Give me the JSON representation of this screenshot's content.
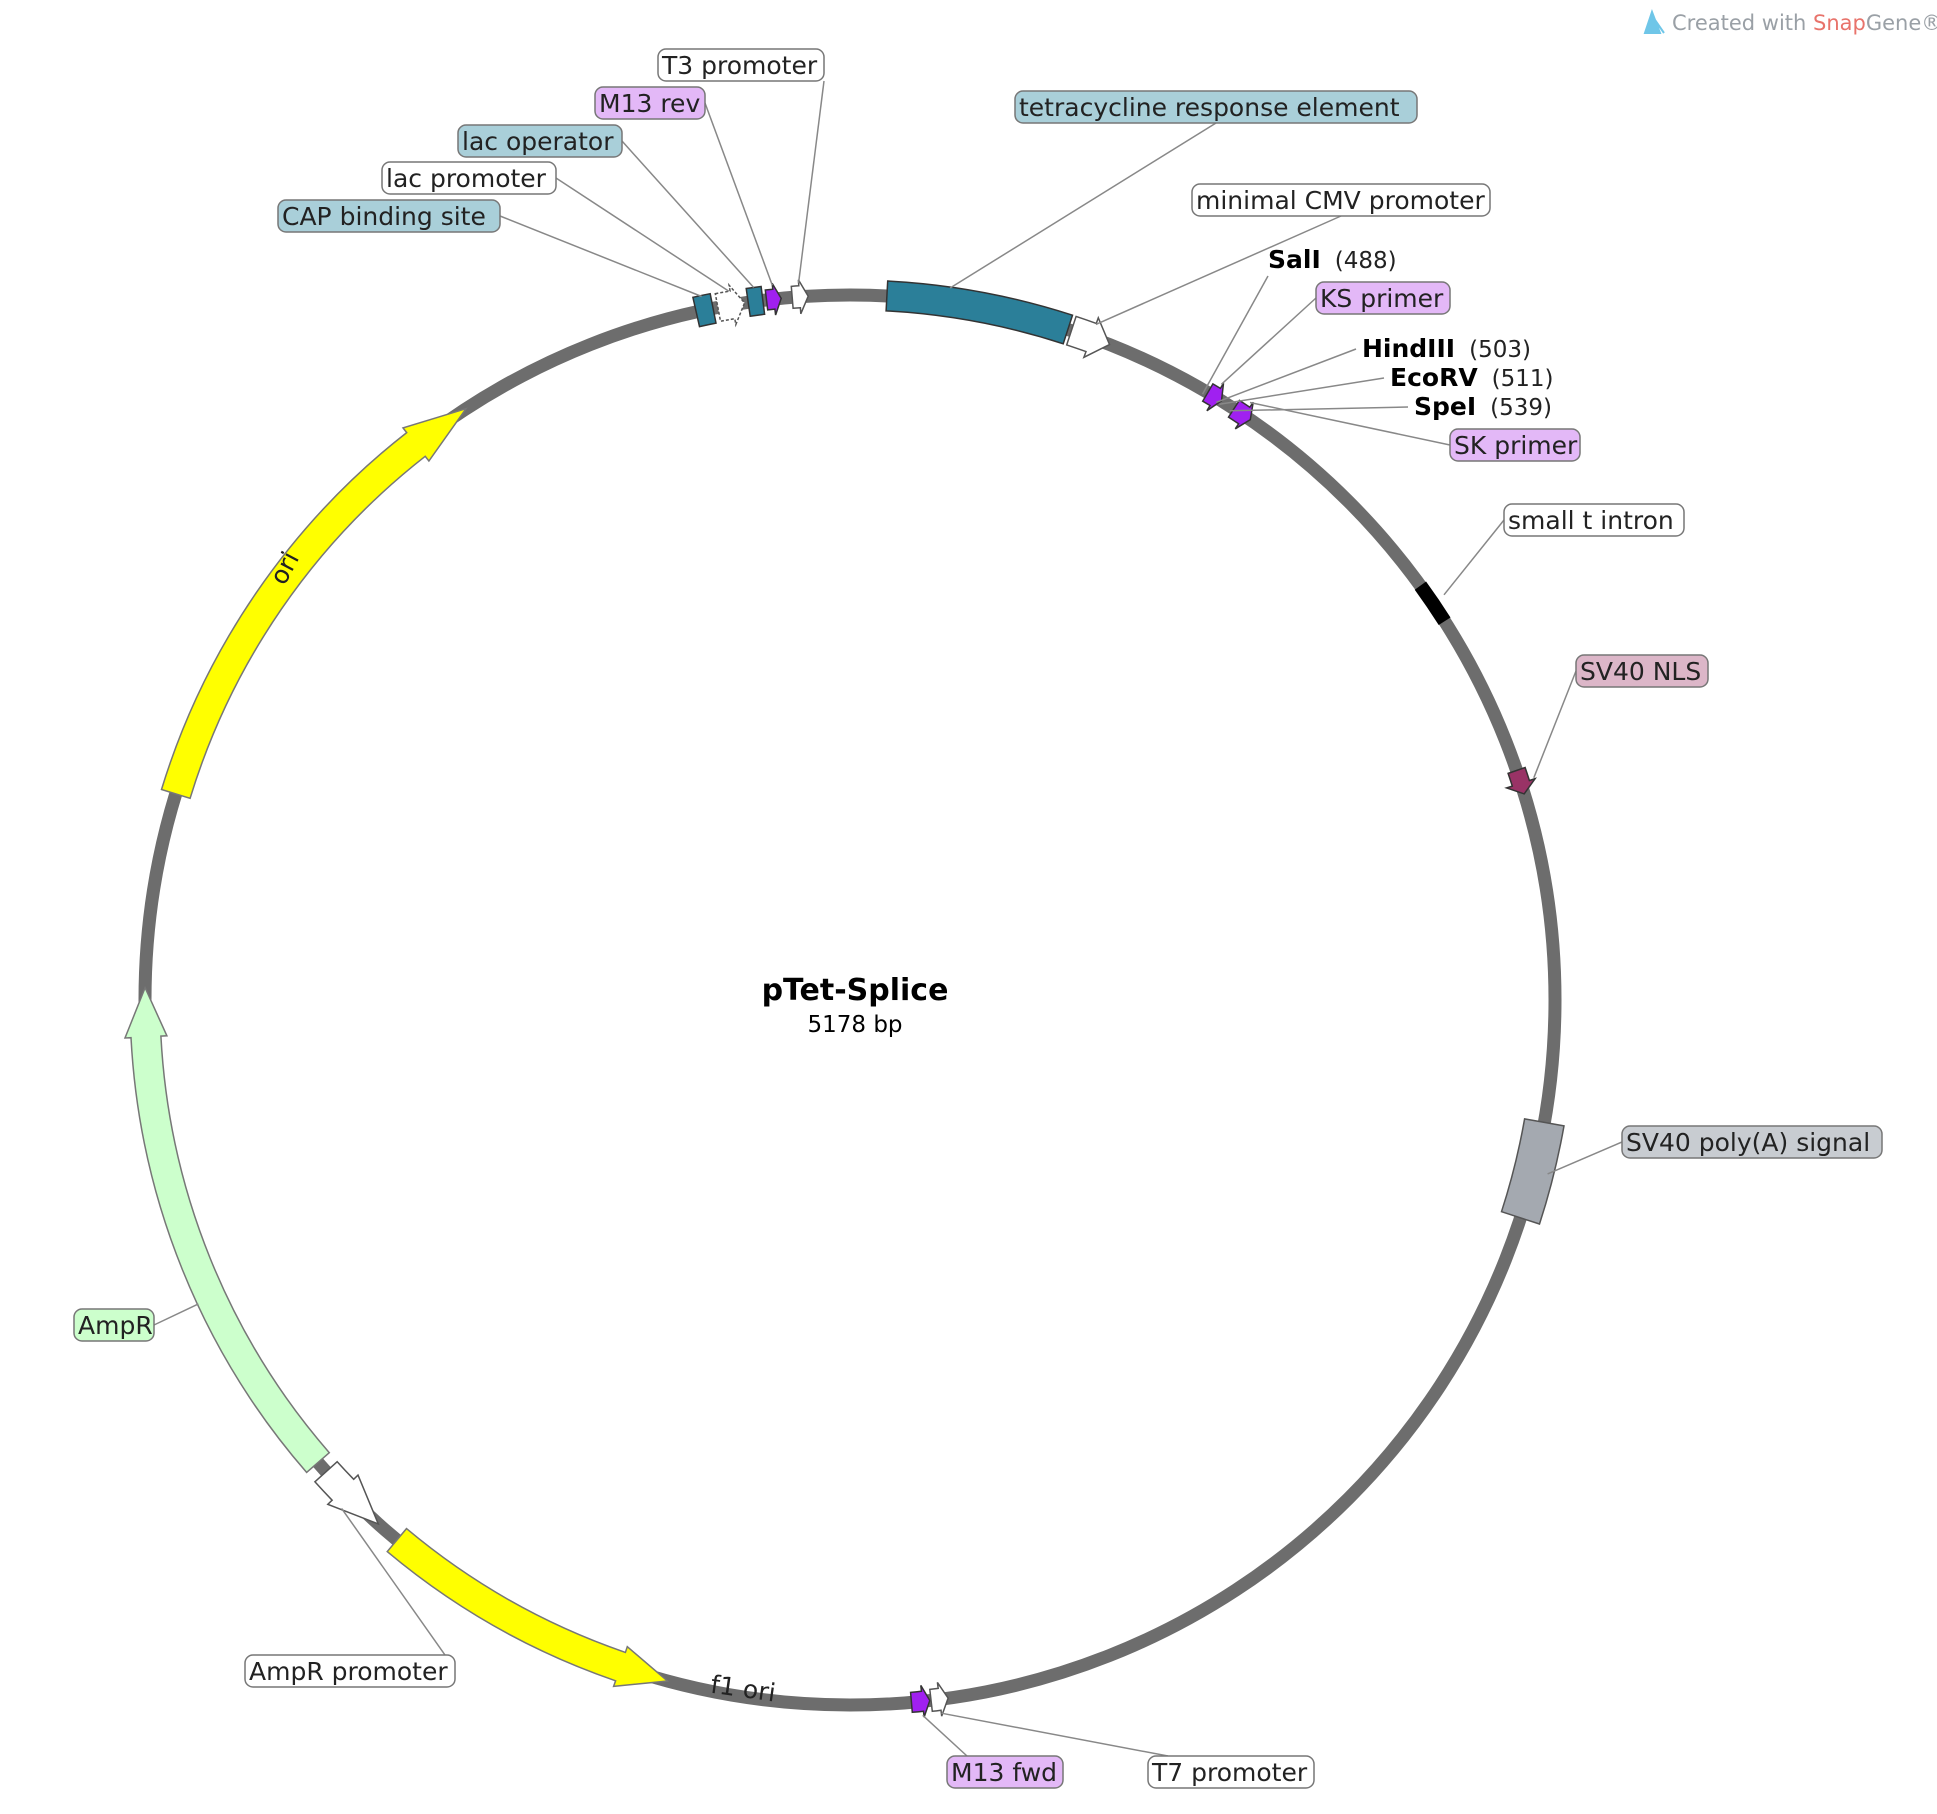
{
  "branding": {
    "prefix": "Created with ",
    "accent": "Snap",
    "suffix": "Gene®"
  },
  "plasmid": {
    "name": "pTet-Splice",
    "size_label": "5178 bp"
  },
  "colors": {
    "backbone": "#6d6d6d",
    "teal": "#2b7f99",
    "yellow": "#ffff00",
    "ampr": "#ccffcc",
    "primer": "#a020f0",
    "nls": "#993366",
    "polya": "#a4a9b0"
  },
  "features": [
    {
      "id": "cap",
      "label": "CAP binding site",
      "label_fill": "#a9cfd9"
    },
    {
      "id": "lacp",
      "label": "lac promoter",
      "label_fill": "#ffffff"
    },
    {
      "id": "laco",
      "label": "lac operator",
      "label_fill": "#a9cfd9"
    },
    {
      "id": "m13rev",
      "label": "M13 rev",
      "label_fill": "#e3b8f7"
    },
    {
      "id": "t3",
      "label": "T3 promoter",
      "label_fill": "#ffffff"
    },
    {
      "id": "tre",
      "label": "tetracycline response element",
      "label_fill": "#a9cfd9"
    },
    {
      "id": "cmv",
      "label": "minimal CMV promoter",
      "label_fill": "#ffffff"
    },
    {
      "id": "ks",
      "label": "KS primer",
      "label_fill": "#e3b8f7"
    },
    {
      "id": "sk",
      "label": "SK primer",
      "label_fill": "#e3b8f7"
    },
    {
      "id": "intron",
      "label": "small t intron",
      "label_fill": "#ffffff"
    },
    {
      "id": "nls",
      "label": "SV40 NLS",
      "label_fill": "#dcb6c8"
    },
    {
      "id": "polya",
      "label": "SV40 poly(A) signal",
      "label_fill": "#c8ccd1"
    },
    {
      "id": "t7",
      "label": "T7 promoter",
      "label_fill": "#ffffff"
    },
    {
      "id": "m13fwd",
      "label": "M13 fwd",
      "label_fill": "#e3b8f7"
    },
    {
      "id": "amprp",
      "label": "AmpR promoter",
      "label_fill": "#ffffff"
    },
    {
      "id": "ampr",
      "label": "AmpR",
      "label_fill": "#ccffcc"
    }
  ],
  "inner_labels": {
    "ori": "ori",
    "f1ori": "f1 ori"
  },
  "enzymes": [
    {
      "name": "SalI",
      "position": "(488)"
    },
    {
      "name": "HindIII",
      "position": "(503)"
    },
    {
      "name": "EcoRV",
      "position": "(511)"
    },
    {
      "name": "SpeI",
      "position": "(539)"
    }
  ]
}
